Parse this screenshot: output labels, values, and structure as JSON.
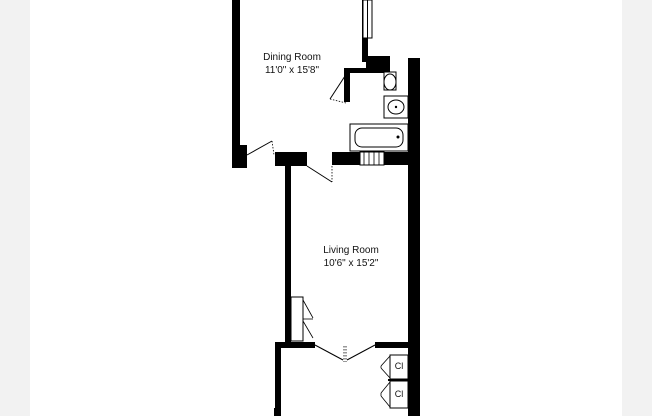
{
  "floorplan": {
    "rooms": [
      {
        "id": "dining",
        "name": "Dining Room",
        "dimensions": "11'0\" x 15'8\""
      },
      {
        "id": "living",
        "name": "Living Room",
        "dimensions": "10'6\" x 15'2\""
      }
    ],
    "closets": [
      {
        "label": "Cl"
      },
      {
        "label": "Cl"
      }
    ]
  },
  "colors": {
    "background": "#f2f2f2",
    "plan_area": "#ffffff",
    "walls": "#000000",
    "text": "#111111"
  }
}
